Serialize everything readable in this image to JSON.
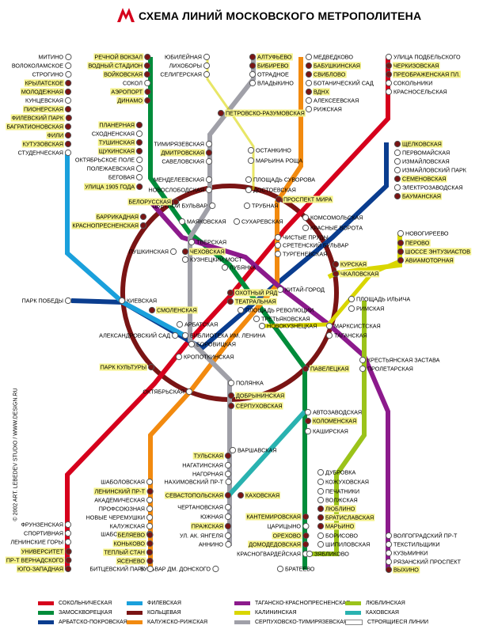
{
  "title": "СХЕМА ЛИНИЙ МОСКОВСКОГО МЕТРОПОЛИТЕНА",
  "credit": "© 2002 ART. LEBEDEV STUDIO / WWW.DESIGN.RU",
  "lines": {
    "red": "#d6001c",
    "green": "#008c3a",
    "blue": "#0a3d8f",
    "lightblue": "#1aa0dc",
    "ring": "#7a1414",
    "orange": "#f28a0f",
    "purple": "#8c1a8c",
    "yellow": "#d9d600",
    "grey": "#a0a0a8",
    "lime": "#9bc31a",
    "teal": "#29b2b0"
  },
  "stations": [
    {
      "name": "РЕЧНОЙ ВОКЗАЛ",
      "hl": true
    },
    {
      "name": "ВОДНЫЙ СТАДИОН",
      "hl": true
    },
    {
      "name": "ВОЙКОВСКАЯ",
      "hl": true
    },
    {
      "name": "СОКОЛ"
    },
    {
      "name": "АЭРОПОРТ",
      "hl": true
    },
    {
      "name": "ДИНАМО",
      "hl": true
    },
    {
      "name": "МИТИНО"
    },
    {
      "name": "ВОЛОКОЛАМСКОЕ"
    },
    {
      "name": "СТРОГИНО"
    },
    {
      "name": "КРЫЛАТСКОЕ",
      "hl": true
    },
    {
      "name": "МОЛОДЕЖНАЯ",
      "hl": true
    },
    {
      "name": "КУНЦЕВСКАЯ"
    },
    {
      "name": "ПИОНЕРСКАЯ",
      "hl": true
    },
    {
      "name": "ФИЛЕВСКИЙ ПАРК",
      "hl": true
    },
    {
      "name": "БАГРАТИОНОВСКАЯ",
      "hl": true
    },
    {
      "name": "ФИЛИ",
      "hl": true
    },
    {
      "name": "КУТУЗОВСКАЯ",
      "hl": true
    },
    {
      "name": "СТУДЕНЧЕСКАЯ"
    },
    {
      "name": "ЮБИЛЕЙНАЯ"
    },
    {
      "name": "ЛИХОБОРЫ"
    },
    {
      "name": "СЕЛИГЕРСКАЯ"
    },
    {
      "name": "АЛТУФЬЕВО",
      "hl": true
    },
    {
      "name": "БИБИРЕВО",
      "hl": true
    },
    {
      "name": "ОТРАДНОЕ"
    },
    {
      "name": "ВЛАДЫКИНО"
    },
    {
      "name": "МЕДВЕДКОВО"
    },
    {
      "name": "БАБУШКИНСКАЯ",
      "hl": true
    },
    {
      "name": "СВИБЛОВО",
      "hl": true
    },
    {
      "name": "БОТАНИЧЕСКИЙ САД"
    },
    {
      "name": "ВДНХ",
      "hl": true
    },
    {
      "name": "АЛЕКСЕЕВСКАЯ"
    },
    {
      "name": "РИЖСКАЯ"
    },
    {
      "name": "УЛИЦА ПОДБЕЛЬСКОГО"
    },
    {
      "name": "ЧЕРКИЗОВСКАЯ",
      "hl": true
    },
    {
      "name": "ПРЕОБРАЖЕНСКАЯ ПЛ.",
      "hl": true
    },
    {
      "name": "СОКОЛЬНИКИ"
    },
    {
      "name": "КРАСНОСЕЛЬСКАЯ"
    },
    {
      "name": "ПЕТРОВСКО-РАЗУМОВСКАЯ",
      "hl": true
    },
    {
      "name": "ПЛАНЕРНАЯ",
      "hl": true
    },
    {
      "name": "СХОДНЕНСКАЯ"
    },
    {
      "name": "ТУШИНСКАЯ",
      "hl": true
    },
    {
      "name": "ЩУКИНСКАЯ",
      "hl": true
    },
    {
      "name": "ОКТЯБРЬСКОЕ ПОЛЕ"
    },
    {
      "name": "ПОЛЕЖАЕВСКАЯ"
    },
    {
      "name": "БЕГОВАЯ"
    },
    {
      "name": "УЛИЦА 1905 ГОДА",
      "hl": true
    },
    {
      "name": "ТИМИРЯЗЕВСКАЯ"
    },
    {
      "name": "ДМИТРОВСКАЯ",
      "hl": true
    },
    {
      "name": "САВЕЛОВСКАЯ"
    },
    {
      "name": "ОСТАНКИНО"
    },
    {
      "name": "МАРЬИНА РОЩА"
    },
    {
      "name": "МЕНДЕЛЕЕВСКАЯ"
    },
    {
      "name": "НОВОСЛОБОДСКАЯ"
    },
    {
      "name": "ПЛОЩАДЬ СУВОРОВА"
    },
    {
      "name": "ДОСТОЕВСКАЯ"
    },
    {
      "name": "ЩЕЛКОВСКАЯ",
      "hl": true
    },
    {
      "name": "ПЕРВОМАЙСКАЯ"
    },
    {
      "name": "ИЗМАЙЛОВСКАЯ"
    },
    {
      "name": "ИЗМАЙЛОВСКИЙ ПАРК"
    },
    {
      "name": "СЕМЕНОВСКАЯ",
      "hl": true
    },
    {
      "name": "ЭЛЕКТРОЗАВОДСКАЯ"
    },
    {
      "name": "БАУМАНСКАЯ",
      "hl": true
    },
    {
      "name": "ЦВЕТНОЙ БУЛЬВАР"
    },
    {
      "name": "ТРУБНАЯ"
    },
    {
      "name": "ПРОСПЕКТ МИРА",
      "hl": true
    },
    {
      "name": "БЕЛОРУССКАЯ",
      "hl": true
    },
    {
      "name": "МАЯКОВСКАЯ"
    },
    {
      "name": "СУХАРЕВСКАЯ"
    },
    {
      "name": "КОМСОМОЛЬСКАЯ"
    },
    {
      "name": "КРАСНЫЕ ВОРОТА"
    },
    {
      "name": "БАРРИКАДНАЯ",
      "hl": true
    },
    {
      "name": "КРАСНОПРЕСНЕНСКАЯ",
      "hl": true
    },
    {
      "name": "ТВЕРСКАЯ"
    },
    {
      "name": "ЧИСТЫЕ ПРУДЫ"
    },
    {
      "name": "СРЕТЕНСКИЙ БУЛЬВАР"
    },
    {
      "name": "ТУРГЕНЕВСКАЯ"
    },
    {
      "name": "ПУШКИНСКАЯ"
    },
    {
      "name": "ЧЕХОВСКАЯ",
      "hl": true
    },
    {
      "name": "КУЗНЕЦКИЙ МОСТ"
    },
    {
      "name": "ЛУБЯНКА"
    },
    {
      "name": "НОВОГИРЕЕВО"
    },
    {
      "name": "ПЕРОВО",
      "hl": true
    },
    {
      "name": "ШОССЕ ЭНТУЗИАСТОВ",
      "hl": true
    },
    {
      "name": "АВИАМОТОРНАЯ",
      "hl": true
    },
    {
      "name": "КУРСКАЯ",
      "hl": true
    },
    {
      "name": "ЧКАЛОВСКАЯ",
      "hl": true
    },
    {
      "name": "КИТАЙ-ГОРОД"
    },
    {
      "name": "ОХОТНЫЙ РЯД",
      "hl": true
    },
    {
      "name": "ТЕАТРАЛЬНАЯ",
      "hl": true
    },
    {
      "name": "ПЛОЩАДЬ РЕВОЛЮЦИИ"
    },
    {
      "name": "ПАРК ПОБЕДЫ"
    },
    {
      "name": "КИЕВСКАЯ"
    },
    {
      "name": "СМОЛЕНСКАЯ",
      "hl": true
    },
    {
      "name": "ПЛОЩАДЬ ИЛЬИЧА"
    },
    {
      "name": "РИМСКАЯ"
    },
    {
      "name": "АРБАТСКАЯ"
    },
    {
      "name": "ТРЕТЬЯКОВСКАЯ"
    },
    {
      "name": "НОВОКУЗНЕЦКАЯ"
    },
    {
      "name": "МАРКСИСТСКАЯ"
    },
    {
      "name": "АЛЕКСАНДРОВСКИЙ САД"
    },
    {
      "name": "БИБЛИОТЕКА ИМ. ЛЕНИНА"
    },
    {
      "name": "БОРОВИЦКАЯ"
    },
    {
      "name": "ТАГАНСКАЯ"
    },
    {
      "name": "КРОПОТКИНСКАЯ"
    },
    {
      "name": "КРЕСТЬЯНСКАЯ ЗАСТАВА"
    },
    {
      "name": "ПРОЛЕТАРСКАЯ"
    },
    {
      "name": "ПАРК КУЛЬТУРЫ",
      "hl": true
    },
    {
      "name": "ПАВЕЛЕЦКАЯ",
      "hl": true
    },
    {
      "name": "ОКТЯБРЬСКАЯ"
    },
    {
      "name": "ПОЛЯНКА"
    },
    {
      "name": "ДОБРЫНИНСКАЯ",
      "hl": true
    },
    {
      "name": "СЕРПУХОВСКАЯ",
      "hl": true
    },
    {
      "name": "АВТОЗАВОДСКАЯ"
    },
    {
      "name": "КОЛОМЕНСКАЯ",
      "hl": true
    },
    {
      "name": "КАШИРСКАЯ"
    },
    {
      "name": "ВАРШАВСКАЯ"
    },
    {
      "name": "ТУЛЬСКАЯ",
      "hl": true
    },
    {
      "name": "НАГАТИНСКАЯ"
    },
    {
      "name": "НАГОРНАЯ"
    },
    {
      "name": "НАХИМОВСКИЙ ПР-Т"
    },
    {
      "name": "ШАБОЛОВСКАЯ"
    },
    {
      "name": "ЛЕНИНСКИЙ ПР-Т",
      "hl": true
    },
    {
      "name": "АКАДЕМИЧЕСКАЯ"
    },
    {
      "name": "ПРОФСОЮЗНАЯ"
    },
    {
      "name": "НОВЫЕ ЧЕРЕМУШКИ"
    },
    {
      "name": "КАЛУЖСКАЯ"
    },
    {
      "name": "СЕВАСТОПОЛЬСКАЯ",
      "hl": true
    },
    {
      "name": "КАХОВСКАЯ",
      "hl": true
    },
    {
      "name": "ЧЕРТАНОВСКАЯ"
    },
    {
      "name": "ЮЖНАЯ"
    },
    {
      "name": "ПРАЖСКАЯ",
      "hl": true
    },
    {
      "name": "УЛ. АК. ЯНГЕЛЯ"
    },
    {
      "name": "АННИНО"
    },
    {
      "name": "БУЛЬВАР ДМ. ДОНСКОГО"
    },
    {
      "name": "КАНТЕМИРОВСКАЯ",
      "hl": true
    },
    {
      "name": "ЦАРИЦЫНО"
    },
    {
      "name": "ОРЕХОВО",
      "hl": true
    },
    {
      "name": "ДОМОДЕДОВСКАЯ",
      "hl": true
    },
    {
      "name": "КРАСНОГВАРДЕЙСКАЯ"
    },
    {
      "name": "БРАТЕЕВО"
    },
    {
      "name": "ДУБРОВКА"
    },
    {
      "name": "КОЖУХОВСКАЯ"
    },
    {
      "name": "ПЕЧАТНИКИ"
    },
    {
      "name": "ВОЛЖСКАЯ"
    },
    {
      "name": "ЛЮБЛИНО",
      "hl": true
    },
    {
      "name": "БРАТИСЛАВСКАЯ",
      "hl": true
    },
    {
      "name": "МАРЬИНО",
      "hl": true
    },
    {
      "name": "БОРИСОВО"
    },
    {
      "name": "ШИПИЛОВСКАЯ"
    },
    {
      "name": "ЗЯБЛИКОВО"
    },
    {
      "name": "ВОЛГОГРАДСКИЙ ПР-Т"
    },
    {
      "name": "ТЕКСТИЛЬЩИКИ"
    },
    {
      "name": "КУЗЬМИНКИ"
    },
    {
      "name": "РЯЗАНСКИЙ ПРОСПЕКТ"
    },
    {
      "name": "ВЫХИНО",
      "hl": true
    },
    {
      "name": "ФРУНЗЕНСКАЯ"
    },
    {
      "name": "СПОРТИВНАЯ"
    },
    {
      "name": "ЛЕНИНСКИЕ ГОРЫ"
    },
    {
      "name": "УНИВЕРСИТЕТ",
      "hl": true
    },
    {
      "name": "ПР-Т ВЕРНАДСКОГО",
      "hl": true
    },
    {
      "name": "ЮГО-ЗАПАДНАЯ",
      "hl": true
    },
    {
      "name": "ШАБОЛОВСКАЯ"
    },
    {
      "name": "КОНЬКОВО",
      "hl": true
    },
    {
      "name": "ТЕПЛЫЙ СТАН",
      "hl": true
    },
    {
      "name": "ЯСЕНЕВО",
      "hl": true
    },
    {
      "name": "БИТЦЕВСКИЙ ПАРК"
    },
    {
      "name": "БЕЛЯЕВО",
      "hl": true
    }
  ],
  "legend": [
    {
      "label": "СОКОЛЬНИЧЕСКАЯ",
      "color": "#d6001c"
    },
    {
      "label": "ФИЛЕВСКАЯ",
      "color": "#1aa0dc"
    },
    {
      "label": "ТАГАНСКО-КРАСНОПРЕСНЕНСКАЯ",
      "color": "#8c1a8c"
    },
    {
      "label": "ЛЮБЛИНСКАЯ",
      "color": "#9bc31a"
    },
    {
      "label": "ЗАМОСКВОРЕЦКАЯ",
      "color": "#008c3a"
    },
    {
      "label": "КОЛЬЦЕВАЯ",
      "color": "#7a1414"
    },
    {
      "label": "КАЛИНИНСКАЯ",
      "color": "#d9d600"
    },
    {
      "label": "КАХОВСКАЯ",
      "color": "#29b2b0"
    },
    {
      "label": "АРБАТСКО-ПОКРОВСКАЯ",
      "color": "#0a3d8f"
    },
    {
      "label": "КАЛУЖСКО-РИЖСКАЯ",
      "color": "#f28a0f"
    },
    {
      "label": "СЕРПУХОВСКО-ТИМИРЯЗЕВСКАЯ",
      "color": "#a0a0a8"
    },
    {
      "label": "СТРОЯЩИЕСЯ ЛИНИИ",
      "color": "#ffffff"
    }
  ]
}
